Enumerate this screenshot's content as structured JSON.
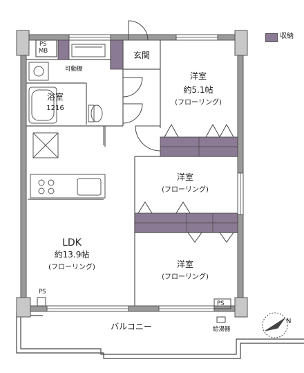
{
  "legend": {
    "label": "収納",
    "color": "#8b7a93"
  },
  "compass": {
    "label": "N"
  },
  "rooms": {
    "ldk": {
      "name": "LDK",
      "size": "約13.9帖",
      "floor": "(フローリング)"
    },
    "bedroom1": {
      "name": "洋室",
      "size": "約5.1帖",
      "floor": "(フローリング)"
    },
    "bedroom2": {
      "name": "洋室",
      "floor": "(フローリング)"
    },
    "bedroom3": {
      "name": "洋室",
      "floor": "(フローリング)"
    },
    "bath": {
      "name": "浴室",
      "size": "1216"
    },
    "entrance": {
      "name": "玄関"
    },
    "balcony": {
      "name": "バルコニー"
    }
  },
  "labels": {
    "ps_mb_1": "PS",
    "ps_mb_2": "MB",
    "shelf": "可動棚",
    "ps_left": "PS",
    "ps_right": "PS",
    "water_heater": "給湯器"
  },
  "colors": {
    "storage": "#8b7a93",
    "wall": "#666666",
    "line": "#444444",
    "balcony": "#ffffff"
  }
}
